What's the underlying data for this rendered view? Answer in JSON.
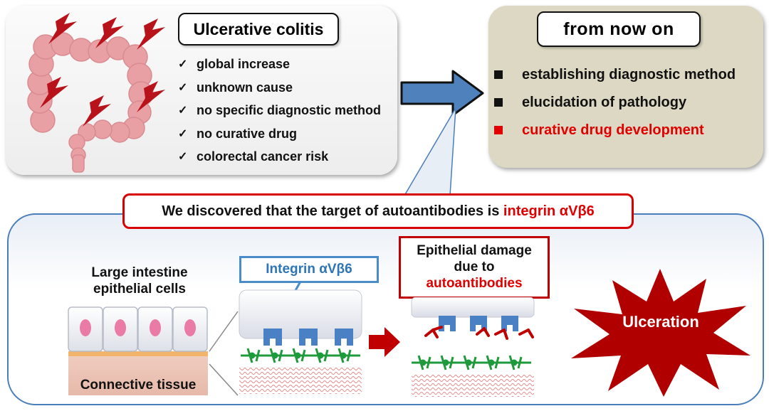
{
  "uc_panel": {
    "title": "Ulcerative colitis",
    "check_mark": "✓",
    "items": [
      {
        "label": "global increase"
      },
      {
        "label": "unknown cause"
      },
      {
        "label": "no specific diagnostic method"
      },
      {
        "label": "no curative drug"
      },
      {
        "label": "colorectal cancer risk"
      }
    ]
  },
  "future_panel": {
    "title": "from now on",
    "items": [
      {
        "label": "establishing diagnostic method",
        "highlight": false
      },
      {
        "label": "elucidation of pathology",
        "highlight": false
      },
      {
        "label": "curative drug development",
        "highlight": true
      }
    ]
  },
  "discovery": {
    "text": "We discovered that the target of autoantibodies is ",
    "highlight": "integrin αVβ6"
  },
  "mechanism": {
    "cells_label": "Large intestine epithelial cells",
    "integrin_label": "Integrin αVβ6",
    "connective_label": "Connective tissue",
    "damage_line1": "Epithelial damage",
    "damage_line2": "due to",
    "damage_line3": "autoantibodies",
    "ulceration_label": "Ulceration"
  },
  "colors": {
    "accent_red": "#e00000",
    "integrin_blue": "#4a80c4",
    "matrix_green": "#1f9a3c",
    "antibody_red": "#c00000",
    "arrow_blue": "#4f81bd",
    "colon_pink": "#e8a0a5",
    "bolt_red": "#b8131b"
  },
  "icons": [
    "colon-icon",
    "lightning-bolt-icon",
    "arrow-right-icon",
    "ulceration-burst-icon",
    "antibody-icon"
  ]
}
